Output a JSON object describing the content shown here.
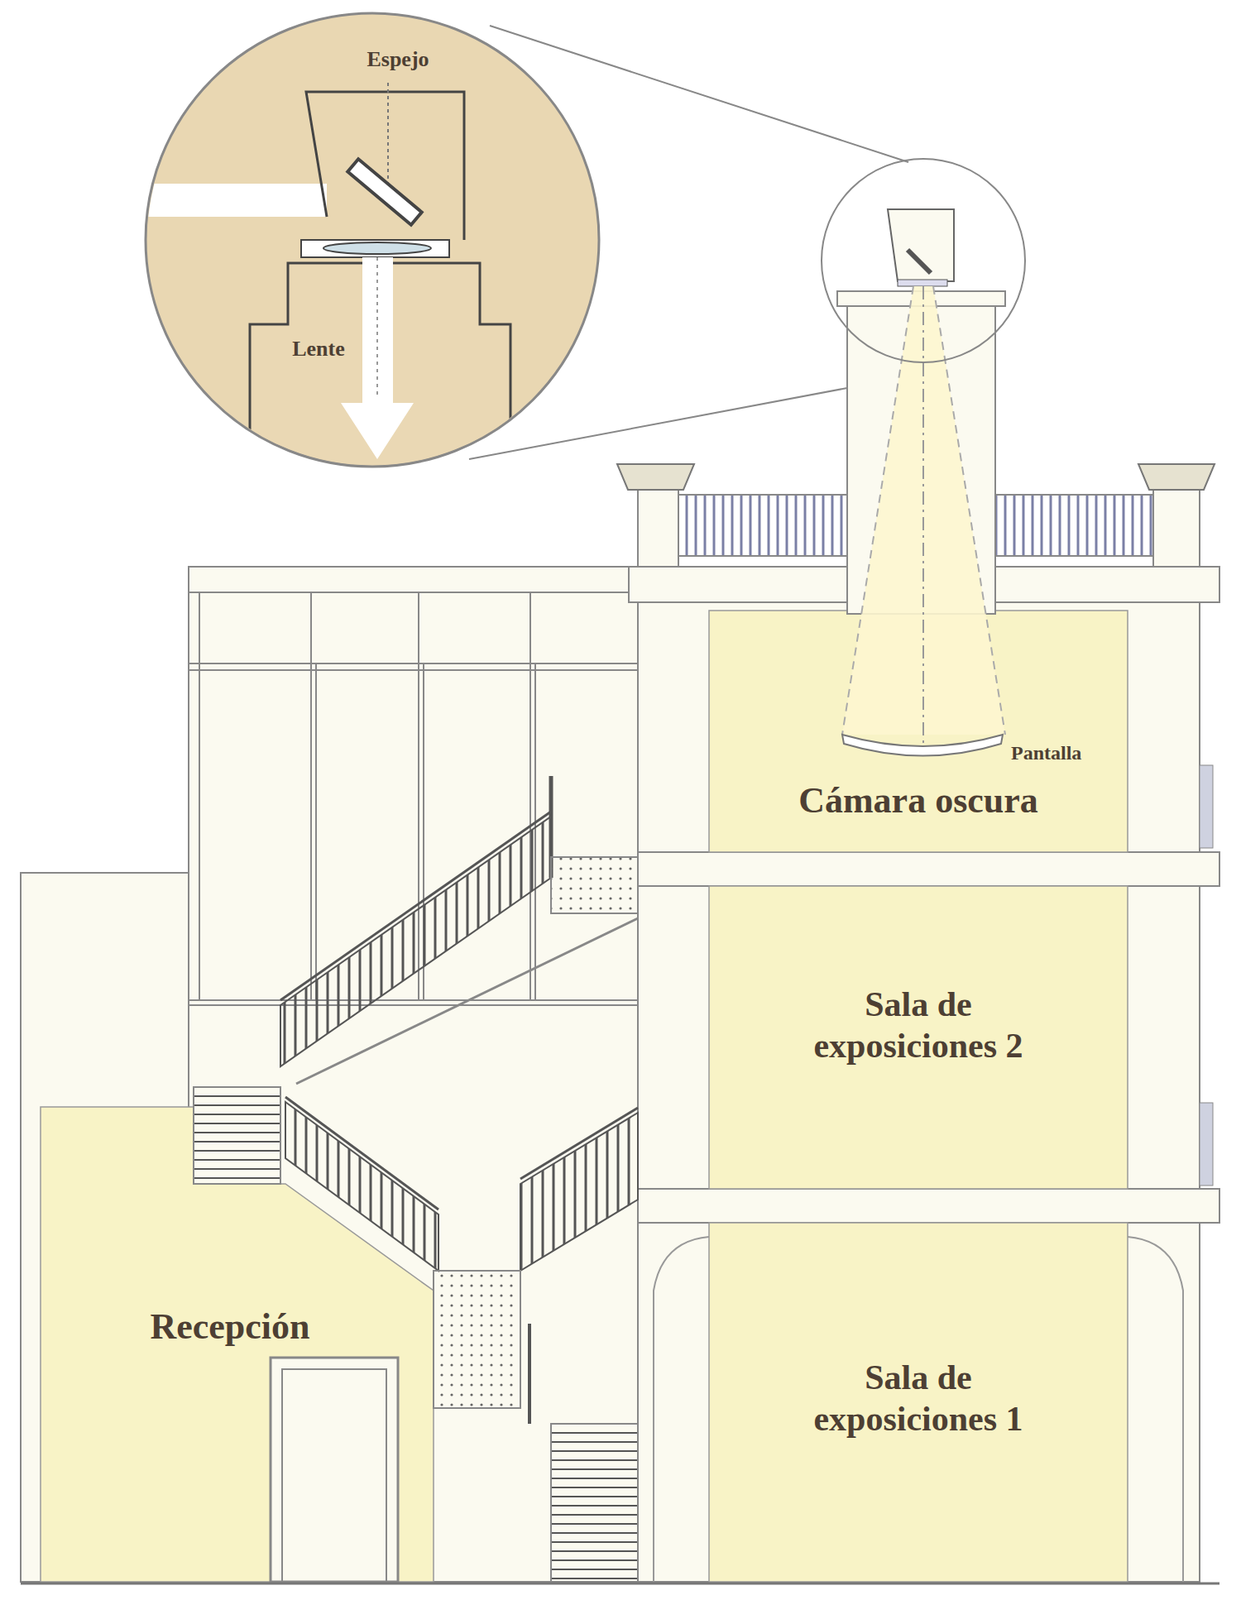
{
  "diagram": {
    "nodes": [
      {
        "text": [
          "Cámara oscura"
        ]
      },
      {
        "text": [
          "Sala de exposiciones 2"
        ]
      },
      {
        "text": [
          "Recepción"
        ]
      },
      {
        "text": [
          "Sala de exposiciones 1"
        ]
      }
    ],
    "labels": [
      "Espejo",
      "Lente",
      "Pantalla"
    ]
  }
}
